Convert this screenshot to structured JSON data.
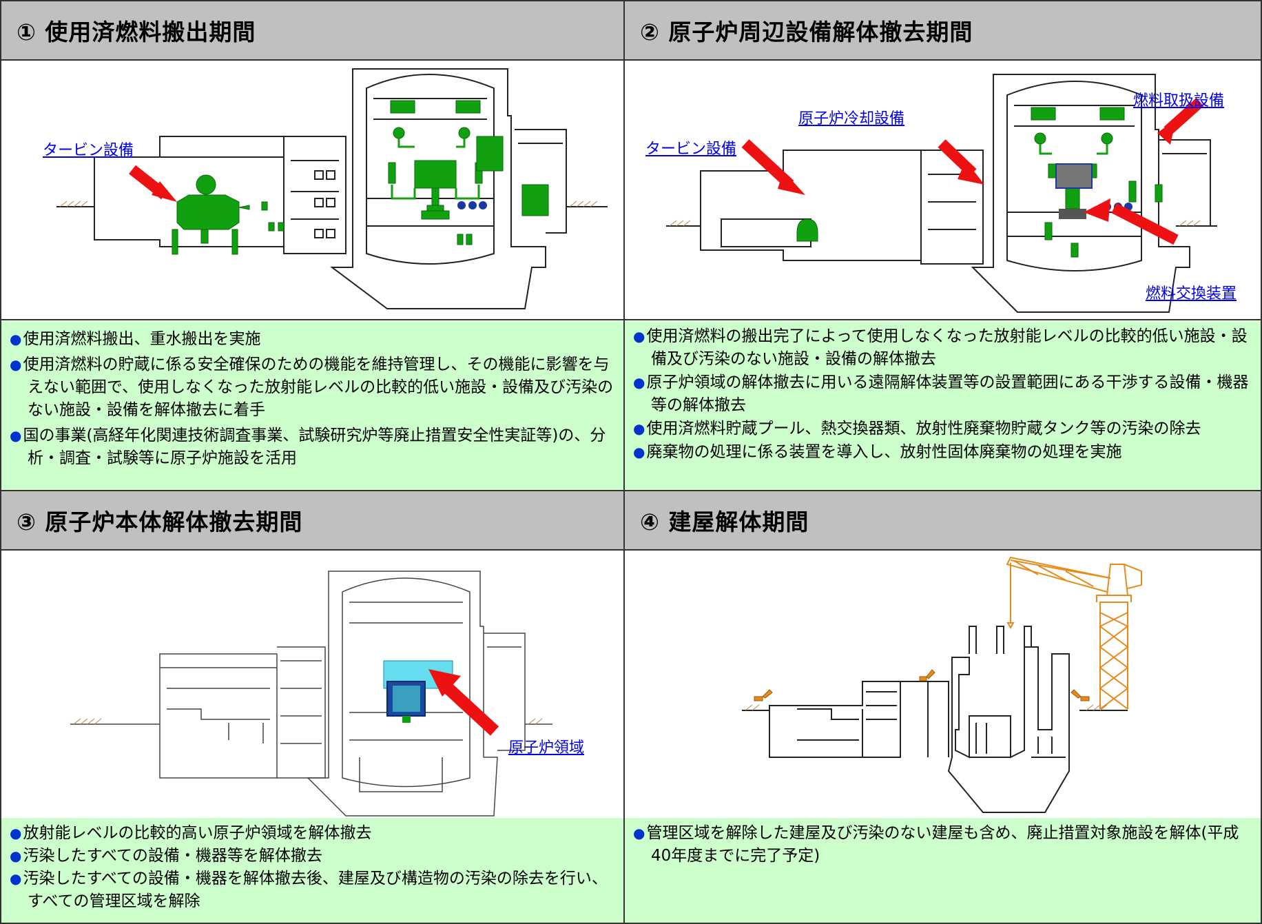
{
  "panels": [
    {
      "title": "① 使用済燃料搬出期間",
      "links": [
        "タービン設備"
      ],
      "bullets": [
        "使用済燃料搬出、重水搬出を実施",
        "使用済燃料の貯蔵に係る安全確保のための機能を維持管理し、その機能に影響を与えない範囲で、使用しなくなった放射能レベルの比較的低い施設・設備及び汚染のない施設・設備を解体撤去に着手",
        "国の事業(高経年化関連技術調査事業、試験研究炉等廃止措置安全性実証等)の、分析・調査・試験等に原子炉施設を活用"
      ]
    },
    {
      "title": "② 原子炉周辺設備解体撤去期間",
      "links": [
        "原子炉冷却設備",
        "燃料取扱設備",
        "タービン設備",
        "燃料交換装置"
      ],
      "bullets": [
        "使用済燃料の搬出完了によって使用しなくなった放射能レベルの比較的低い施設・設備及び汚染のない施設・設備の解体撤去",
        "原子炉領域の解体撤去に用いる遠隔解体装置等の設置範囲にある干渉する設備・機器等の解体撤去",
        "使用済燃料貯蔵プール、熱交換器類、放射性廃棄物貯蔵タンク等の汚染の除去",
        "廃棄物の処理に係る装置を導入し、放射性固体廃棄物の処理を実施"
      ]
    },
    {
      "title": "③ 原子炉本体解体撤去期間",
      "links": [
        "原子炉領域"
      ],
      "bullets": [
        "放射能レベルの比較的高い原子炉領域を解体撤去",
        "汚染したすべての設備・機器等を解体撤去",
        "汚染したすべての設備・機器を解体撤去後、建屋及び構造物の汚染の除去を行い、すべての管理区域を解除"
      ]
    },
    {
      "title": "④ 建屋解体期間",
      "links": [],
      "bullets": [
        "管理区域を解除した建屋及び汚染のない建屋も含め、廃止措置対象施設を解体(平成40年度までに完了予定)"
      ]
    }
  ],
  "colors": {
    "header_bg": "#c0c0c0",
    "desc_bg": "#ccffcc",
    "equipment_green": "#10a010",
    "arrow_red": "#ee1111",
    "crane_orange": "#e88a1a",
    "bullet_blue": "#0033cc",
    "link_blue": "#0000ee"
  }
}
